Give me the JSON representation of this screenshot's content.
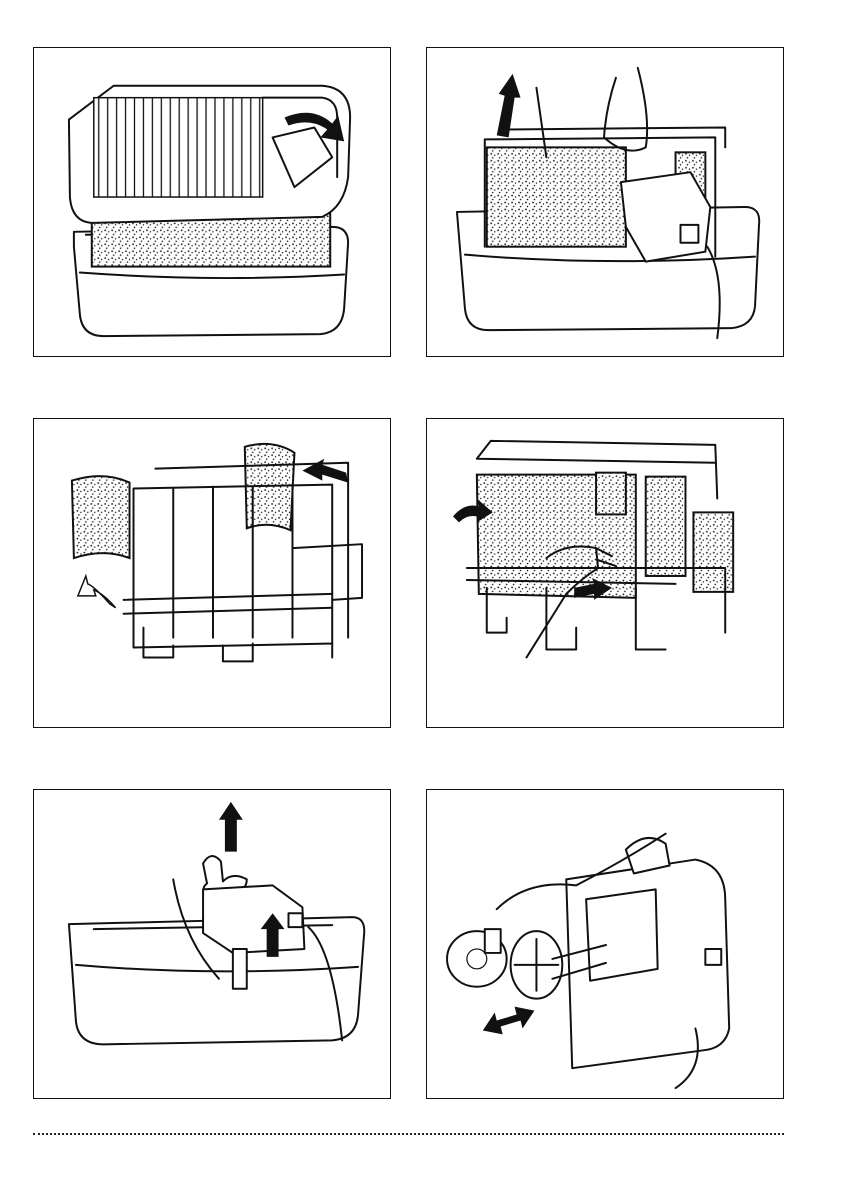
{
  "panels": [
    {
      "id": "p1",
      "icon": "cover-removal-illustration"
    },
    {
      "id": "p2",
      "icon": "motor-unit-lift-illustration"
    },
    {
      "id": "p3",
      "icon": "filter-mat-frame-illustration"
    },
    {
      "id": "p4",
      "icon": "filter-mat-insertion-illustration"
    },
    {
      "id": "p5",
      "icon": "fan-removal-illustration"
    },
    {
      "id": "p6",
      "icon": "pump-detach-illustration"
    }
  ]
}
